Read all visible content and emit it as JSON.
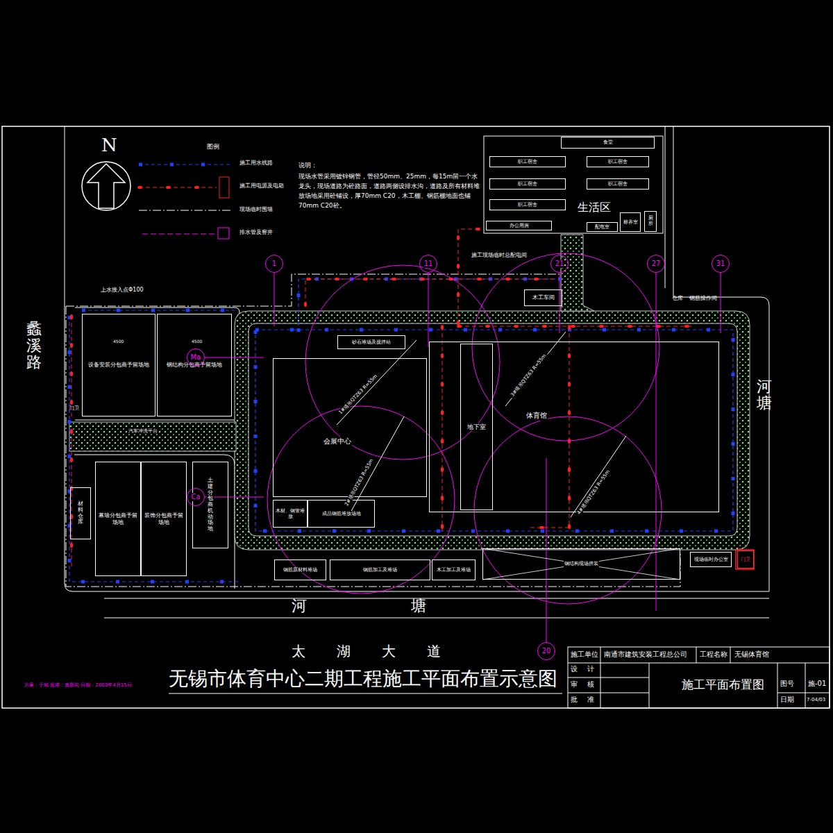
{
  "diagram": {
    "title": "无锡市体育中心二期工程施工平面布置示意图",
    "nodes": [
      {
        "text": [
          "生活区"
        ]
      },
      {
        "text": [
          "食堂"
        ],
        "in": 0
      },
      {
        "text": [
          "职工宿舍"
        ],
        "in": 0
      },
      {
        "text": [
          "职工宿舍"
        ],
        "in": 0
      },
      {
        "text": [
          "职工宿舍"
        ],
        "in": 0
      },
      {
        "text": [
          "职工宿舍"
        ],
        "in": 0
      },
      {
        "text": [
          "职工宿舍"
        ],
        "in": 0
      },
      {
        "text": [
          "办公用房"
        ],
        "in": 0
      },
      {
        "text": [
          "配电室"
        ],
        "in": 0
      },
      {
        "text": [
          "标养室"
        ],
        "in": 0
      },
      {
        "text": [
          "厕所"
        ],
        "in": 0
      },
      {
        "text": [
          "木工车间"
        ]
      },
      {
        "text": [
          "砂石堆场及搅拌站"
        ]
      },
      {
        "text": [
          "设备安装分包商予留场地"
        ]
      },
      {
        "text": [
          "钢结构分包商予留场地"
        ]
      },
      {
        "text": [
          "会展中心"
        ]
      },
      {
        "text": [
          "体育馆"
        ]
      },
      {
        "text": [
          "地下室"
        ],
        "in": 16
      },
      {
        "text": [
          "幕墙分包商予留场地"
        ]
      },
      {
        "text": [
          "装饰分包商予留场地"
        ]
      },
      {
        "text": [
          "土建分包商机动场地"
        ]
      },
      {
        "text": [
          "材料仓库"
        ]
      },
      {
        "text": [
          "木材、钢管堆放"
        ]
      },
      {
        "text": [
          "成品钢筋堆放场地"
        ]
      },
      {
        "text": [
          "钢筋原材料堆场"
        ]
      },
      {
        "text": [
          "钢筋加工及堆场"
        ]
      },
      {
        "text": [
          "木工加工及堆场"
        ]
      },
      {
        "text": [
          "钢结构现场拼装"
        ]
      },
      {
        "text": [
          "现场临时办公室"
        ]
      },
      {
        "text": [
          "门卫"
        ]
      },
      {
        "text": [
          "1"
        ]
      },
      {
        "text": [
          "11"
        ]
      },
      {
        "text": [
          "21"
        ]
      },
      {
        "text": [
          "27"
        ]
      },
      {
        "text": [
          "31"
        ]
      },
      {
        "text": [
          "20"
        ]
      },
      {
        "text": [
          "Ma"
        ]
      },
      {
        "text": [
          "Ca"
        ]
      }
    ],
    "labels": [
      "N",
      "图例",
      "说明：",
      "现场水管采用镀锌钢管，管径50mm、25mm，每15m留一个水龙头，现场道路为砼路面，道路两侧设排水沟，道路及所有材料堆放场地采用砼铺设，厚70mm C20，木工棚、钢筋棚地面也铺70mm C20砼。",
      "上水接入点Φ100",
      "施工现场临时总配电间",
      "仓库",
      "钢筋操作间",
      "蠡溪路",
      "河塘",
      "河塘",
      "太湖大道",
      "方案：于斌 批准：袁新岗 日期：2003年4月15日",
      "1#塔吊QTZ63 R=55m",
      "2#塔吊QTZ63 R=55m",
      "3#塔吊QTZ63 R=55m",
      "4#塔吊QTZ63 R=55m",
      "4500",
      "4500",
      "门卫",
      "汽车冲洗平台",
      "施工单位",
      "南通市建筑安装工程总公司",
      "工程名称",
      "无锡体育馆",
      "设计",
      "审核",
      "批准",
      "施工平面布置图",
      "图号",
      "施-01",
      "日期",
      "7-04/03"
    ],
    "legend": [
      {
        "text": "施工用水线路"
      },
      {
        "text": "施工用电源及电箱"
      },
      {
        "text": "现场临时围墙"
      },
      {
        "text": "排水管及窨井"
      }
    ]
  }
}
